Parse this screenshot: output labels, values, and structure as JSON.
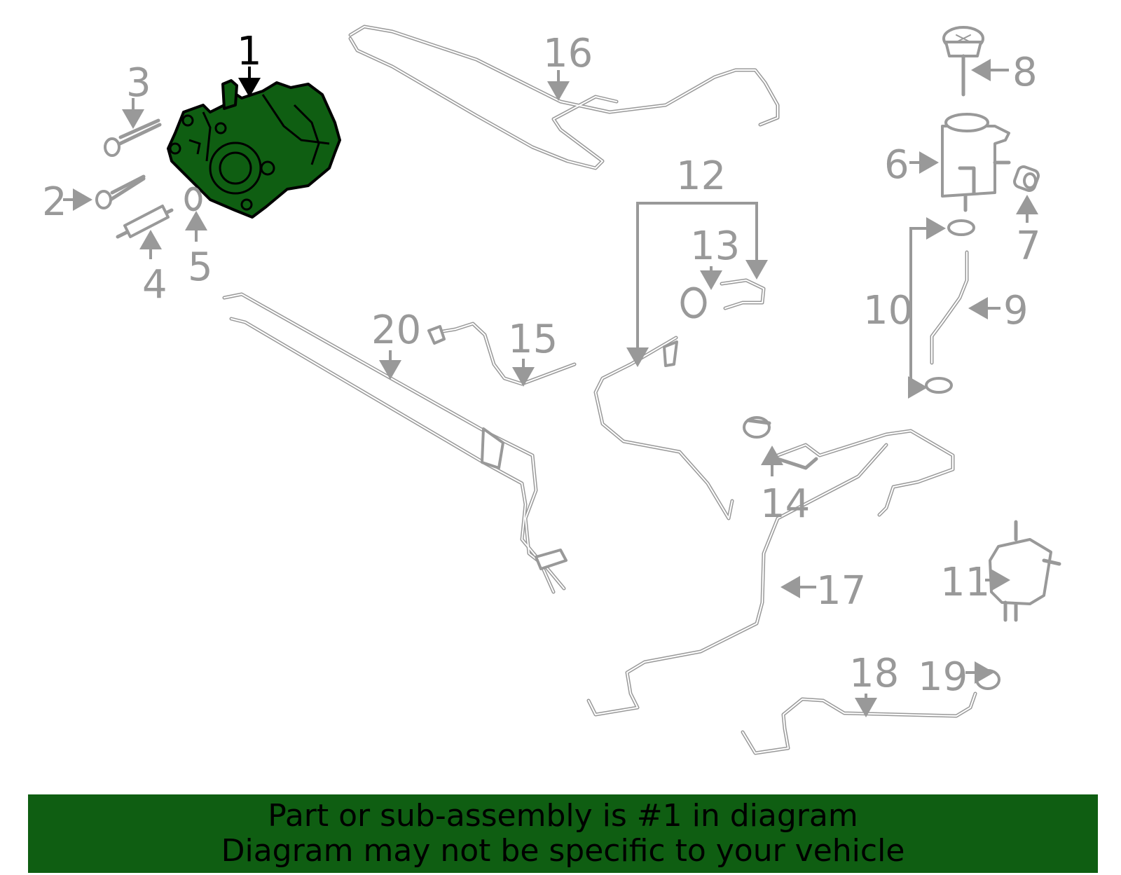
{
  "colors": {
    "highlight": "#0f5e12",
    "parts_line": "#999999",
    "callout_highlight": "#000000"
  },
  "callouts": [
    {
      "id": "1",
      "label": "1",
      "highlighted": true
    },
    {
      "id": "2",
      "label": "2"
    },
    {
      "id": "3",
      "label": "3"
    },
    {
      "id": "4",
      "label": "4"
    },
    {
      "id": "5",
      "label": "5"
    },
    {
      "id": "6",
      "label": "6"
    },
    {
      "id": "7",
      "label": "7"
    },
    {
      "id": "8",
      "label": "8"
    },
    {
      "id": "9",
      "label": "9"
    },
    {
      "id": "10",
      "label": "10"
    },
    {
      "id": "11",
      "label": "11"
    },
    {
      "id": "12",
      "label": "12"
    },
    {
      "id": "13",
      "label": "13"
    },
    {
      "id": "14",
      "label": "14"
    },
    {
      "id": "15",
      "label": "15"
    },
    {
      "id": "16",
      "label": "16"
    },
    {
      "id": "17",
      "label": "17"
    },
    {
      "id": "18",
      "label": "18"
    },
    {
      "id": "19",
      "label": "19"
    },
    {
      "id": "20",
      "label": "20"
    }
  ],
  "banner": {
    "line1": "Part or sub-assembly is #1 in diagram",
    "line2": "Diagram may not be specific to your vehicle"
  }
}
